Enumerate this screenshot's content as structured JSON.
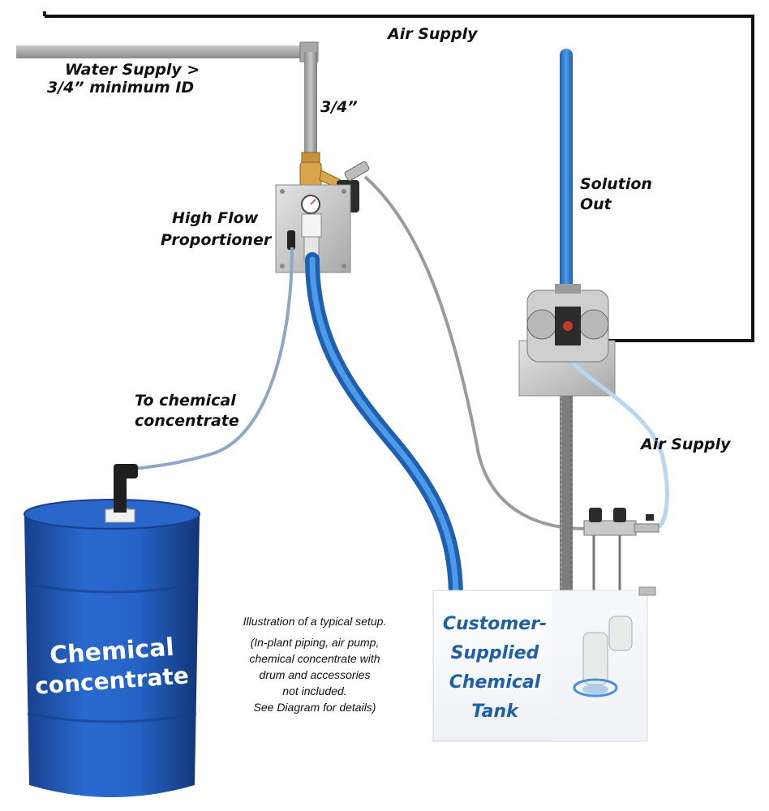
{
  "labels": {
    "air_supply_top": "Air Supply",
    "water_supply_line1": "Water Supply  >",
    "water_supply_line2": "3/4” minimum ID",
    "pipe_size": "3/4”",
    "proportioner_line1": "High Flow",
    "proportioner_line2": "Proportioner",
    "solution_line1": "Solution",
    "solution_line2": "Out",
    "to_chemical_line1": "To chemical",
    "to_chemical_line2": "concentrate",
    "air_supply_right": "Air Supply"
  },
  "drum": {
    "line1": "Chemical",
    "line2": "concentrate"
  },
  "tank": {
    "line1": "Customer-",
    "line2": "Supplied",
    "line3": "Chemical",
    "line4": "Tank"
  },
  "note": {
    "line1": "Illustration of a typical setup.",
    "line2": "(In-plant piping, air pump,",
    "line3": "chemical concentrate with",
    "line4": "drum and accessories",
    "line5": "not included.",
    "line6": "See Diagram for details)"
  },
  "colors": {
    "blue_hose": "#2f7fd0",
    "drum_blue": "#1d5cc0",
    "air_line": "#111111",
    "gray_pipe": "#9a9a9a",
    "tank_text": "#1f5fa8"
  }
}
